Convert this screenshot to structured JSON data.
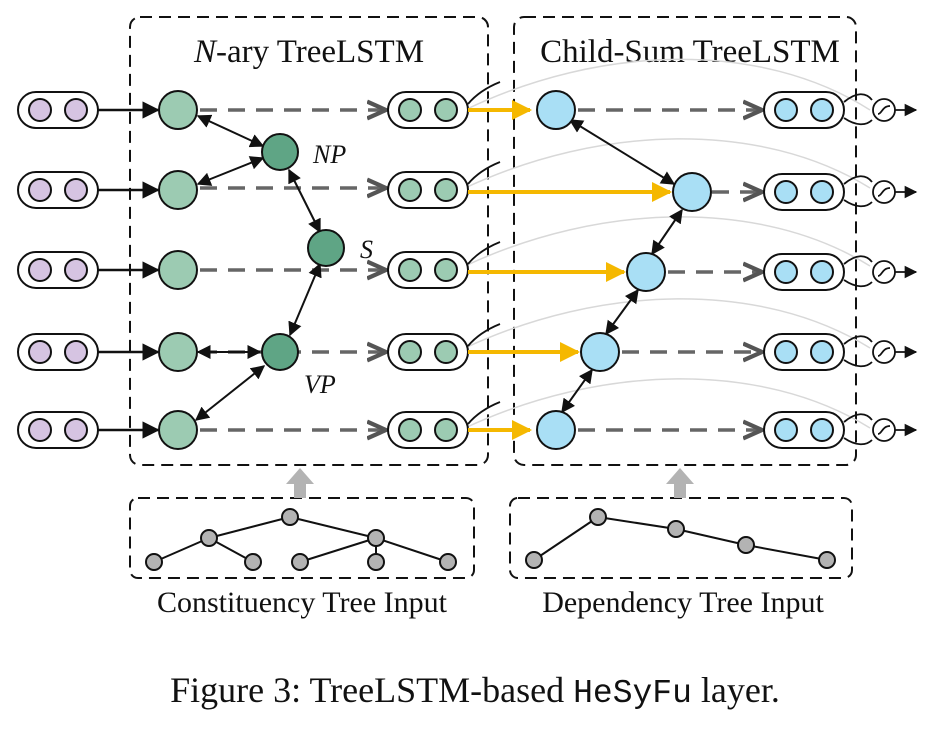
{
  "panels": {
    "nary_title_prefix": "N",
    "nary_title_rest": "-ary TreeLSTM",
    "childsum_title": "Child-Sum TreeLSTM"
  },
  "node_labels": {
    "np": "NP",
    "s": "S",
    "vp": "VP"
  },
  "inputs": {
    "constituency": "Constituency Tree Input",
    "dependency": "Dependency Tree Input"
  },
  "caption": {
    "prefix": "Figure 3: TreeLSTM-based ",
    "model": "HeSyFu",
    "suffix": " layer."
  },
  "colors": {
    "input_cell": "#d6c4e2",
    "nary_node": "#9ccbb2",
    "nary_phrase_node": "#5fa585",
    "childsum_node": "#a9dff5",
    "yellow_arrow": "#f5b800",
    "dashed_arrow": "#666666",
    "gray_tree_node": "#b3b3b3"
  }
}
